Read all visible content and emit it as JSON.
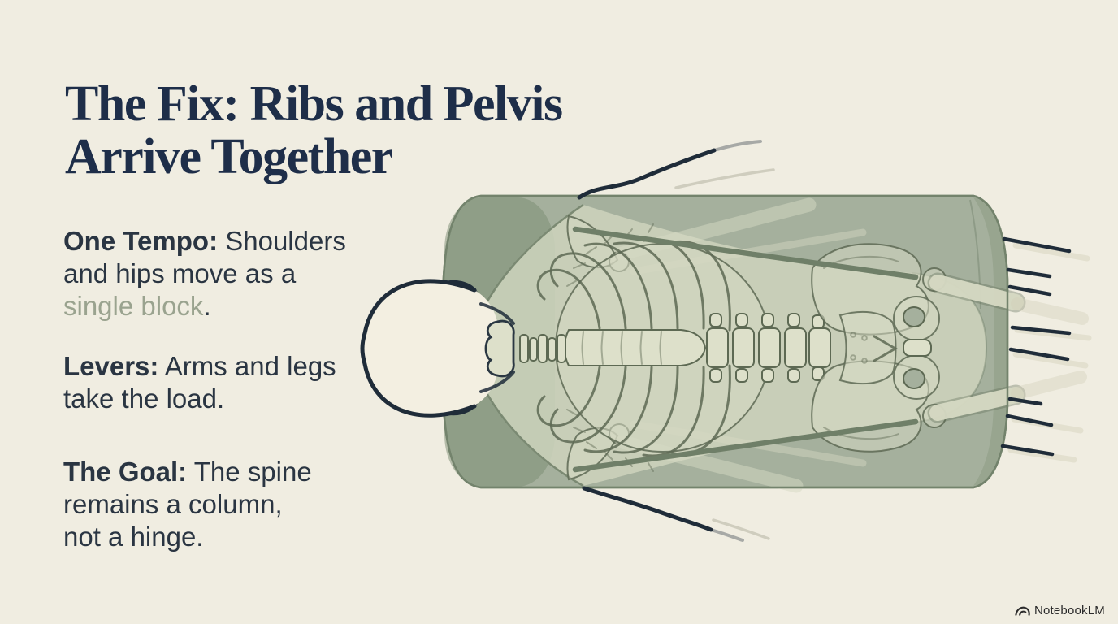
{
  "title": {
    "text": "The Fix: Ribs and Pelvis\nArrive Together"
  },
  "notes": {
    "paragraphs": [
      {
        "name": "one-tempo",
        "segments": [
          {
            "t": "One Tempo:",
            "style": "bold"
          },
          {
            "t": " Shoulders\nand hips move as a\n",
            "style": "normal"
          },
          {
            "t": "single block",
            "style": "muted"
          },
          {
            "t": ".",
            "style": "normal"
          }
        ]
      },
      {
        "name": "levers",
        "segments": [
          {
            "t": "Levers:",
            "style": "bold"
          },
          {
            "t": " Arms and legs\ntake the load.",
            "style": "normal"
          }
        ]
      },
      {
        "name": "the-goal",
        "segments": [
          {
            "t": "The Goal:",
            "style": "bold"
          },
          {
            "t": " The spine\nremains a column,\nnot a hinge.",
            "style": "normal"
          }
        ]
      }
    ]
  },
  "illustration": {
    "description": "Top-down illustration of a swimmer's skeleton — skull at left, spine, rib cage, pelvis and femurs — enclosed in a translucent sage-green cylinder representing the torso moving as a single block; arms trail along the sides and legs exit the cylinder at right."
  },
  "watermark": {
    "brand": "NotebookLM"
  },
  "colors": {
    "background": "#f0ede1",
    "title": "#1e2e49",
    "text": "#2a3542",
    "muted_text": "#9aa38f",
    "ink": "#1f2c39",
    "green_base": "#a5b09d",
    "green_dark": "#7a8c72",
    "green_edge": "#73836c",
    "green_line": "#6f7f68",
    "torso": "#ced3bd",
    "bone": "#d6d9c3",
    "bone_solid": "#dde0ca",
    "bone_edge": "#5d6953",
    "cream_head": "#f3efe1",
    "pale_stroke": "#d3d0ba",
    "watermark": "#2b2b2b"
  }
}
